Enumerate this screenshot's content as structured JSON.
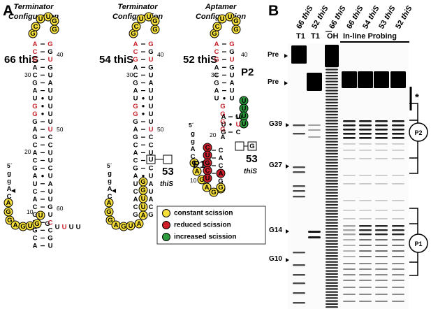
{
  "panel_a": {
    "label": "A",
    "configs": [
      {
        "title_line1": "Terminator",
        "title_line2": "Configuration",
        "construct": "66 thiS"
      },
      {
        "title_line1": "Terminator",
        "title_line2": "Configuration",
        "construct": "54 thiS"
      },
      {
        "title_line1": "Aptamer",
        "title_line2": "Configuration",
        "construct": "52 thiS"
      }
    ],
    "mutant_label_num": "53",
    "mutant_label_name": "thiS",
    "p1_label": "P1",
    "p2_label": "P2",
    "five_prime": "5´",
    "ticks": {
      "t10": "10",
      "t20": "20",
      "t30": "30",
      "t40": "40",
      "t50": "50",
      "t60": "60"
    },
    "tail": {
      "u1": "U",
      "u2": "U",
      "u3": "U",
      "u4": "U"
    },
    "legend": {
      "constant": "constant scission",
      "reduced": "reduced scission",
      "increased": "increased scission"
    },
    "colors": {
      "constant": "#f6df3a",
      "reduced": "#cc1f2a",
      "increased": "#2c9a3c",
      "red_text": "#c8202a"
    }
  },
  "panel_b": {
    "label": "B",
    "lanes": [
      {
        "num": "66",
        "name": "thiS",
        "sub": "T1"
      },
      {
        "num": "52",
        "name": "thiS",
        "sub": "T1"
      },
      {
        "num": "66",
        "name": "thiS",
        "sub": "OH"
      },
      {
        "num": "66",
        "name": "thiS",
        "sub": ""
      },
      {
        "num": "54",
        "name": "thiS",
        "sub": ""
      },
      {
        "num": "53",
        "name": "thiS",
        "sub": ""
      },
      {
        "num": "52",
        "name": "thiS",
        "sub": ""
      }
    ],
    "inline_label": "In-line Probing",
    "markers": {
      "pre1": "Pre",
      "pre2": "Pre",
      "g39": "G39",
      "g27": "G27",
      "g14": "G14",
      "g10": "G10"
    },
    "asterisk": "*",
    "p1_label": "P1",
    "p2_label": "P2"
  }
}
